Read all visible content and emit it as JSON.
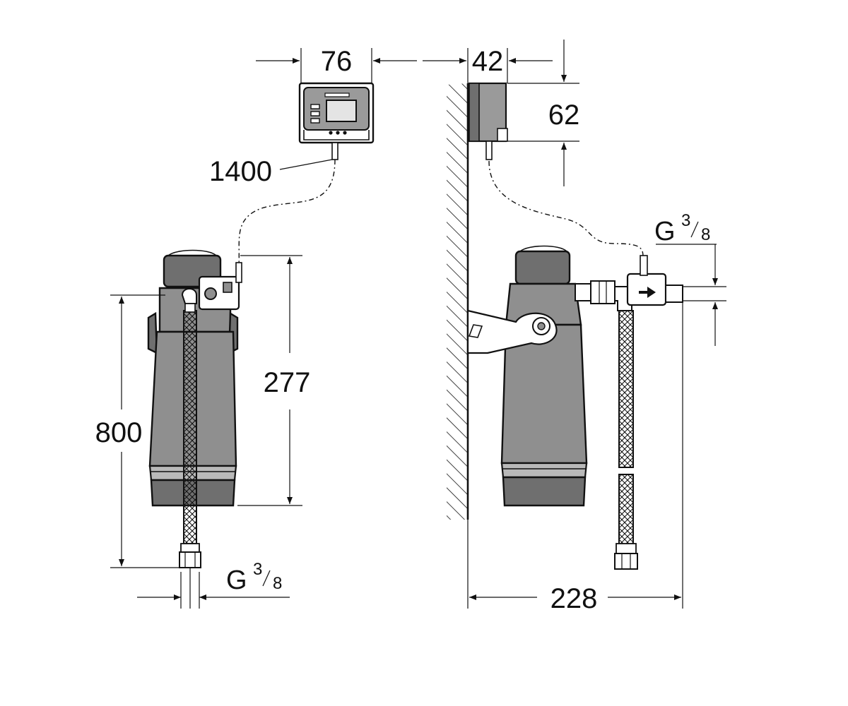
{
  "drawing": {
    "front_view": {
      "controller_width": "76",
      "cable_length": "1400",
      "filter_height_total": "800",
      "filter_body_height": "277",
      "outlet_thread": "G",
      "outlet_thread_num": "3",
      "outlet_thread_den": "8"
    },
    "side_view": {
      "controller_depth": "42",
      "controller_height": "62",
      "inlet_thread": "G",
      "inlet_thread_num": "3",
      "inlet_thread_den": "8",
      "projection_from_wall": "228"
    }
  },
  "colors": {
    "line": "#111111",
    "filter_body": "#8f8f8f",
    "filter_dark": "#6f6f6f",
    "background": "#ffffff"
  }
}
